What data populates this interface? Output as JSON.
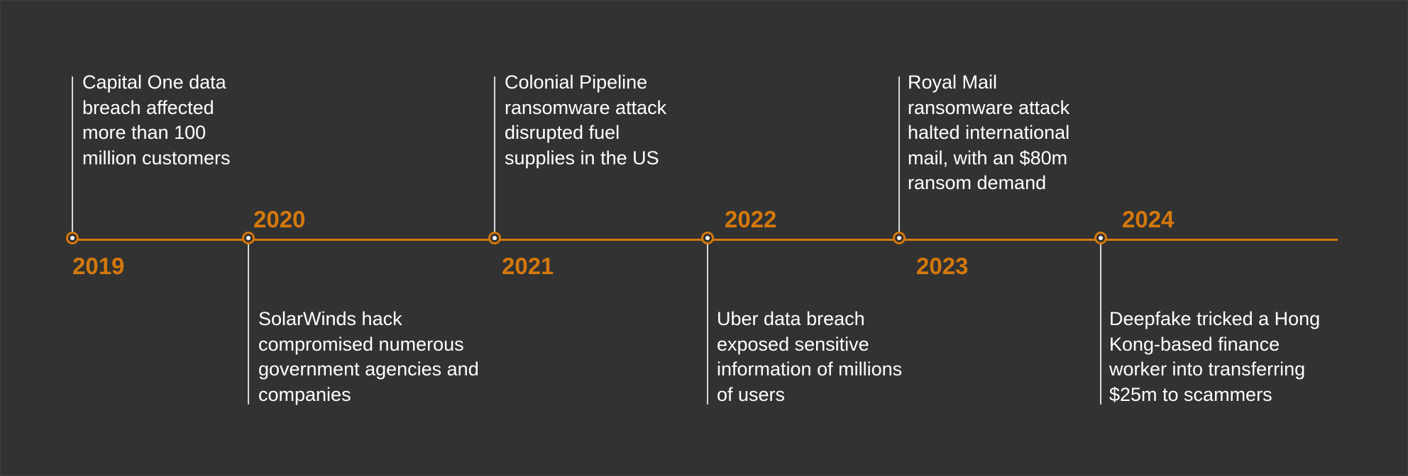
{
  "timeline": {
    "colors": {
      "background": "#323232",
      "accent": "#d4780c",
      "text": "#ffffff",
      "stem": "#d9d9d9"
    },
    "events": [
      {
        "year": "2019",
        "description": "Capital One data\nbreach affected\nmore than 100\nmillion customers"
      },
      {
        "year": "2020",
        "description": "SolarWinds hack\ncompromised numerous\ngovernment agencies and\ncompanies"
      },
      {
        "year": "2021",
        "description": "Colonial Pipeline\nransomware attack\ndisrupted fuel\nsupplies in the US"
      },
      {
        "year": "2022",
        "description": "Uber data breach\nexposed sensitive\ninformation of millions\nof users"
      },
      {
        "year": "2023",
        "description": "Royal Mail\nransomware attack\nhalted international\nmail, with an $80m\nransom demand"
      },
      {
        "year": "2024",
        "description": "Deepfake tricked a Hong\nKong-based finance\nworker into transferring\n$25m to scammers"
      }
    ]
  }
}
